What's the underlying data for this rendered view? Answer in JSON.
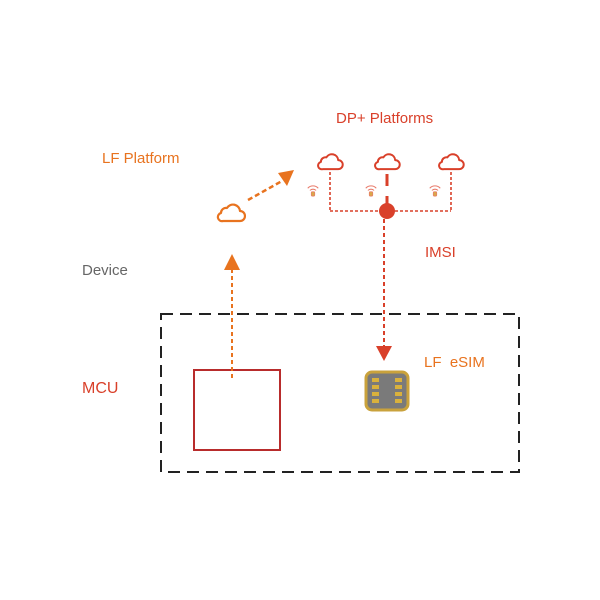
{
  "labels": {
    "dp_platforms": "DP+ Platforms",
    "lf_platform": "LF Platform",
    "device": "Device",
    "imsi": "IMSI",
    "mcu": "MCU",
    "lf_esim": "LF  eSIM"
  },
  "colors": {
    "orange": "#e8731f",
    "red": "#d9402a",
    "dark_red": "#b82c2c",
    "gray_text": "#666666",
    "chip_gold": "#c9a23c",
    "chip_body": "#7a7a7a",
    "dashed_border": "#222222"
  },
  "icons": {
    "dp_platform_clouds": [
      "cloud-icon",
      "cloud-icon",
      "cloud-icon"
    ],
    "lf_platform_cloud": "cloud-icon",
    "signals": [
      "wifi-signal-icon",
      "wifi-signal-icon",
      "wifi-signal-icon"
    ],
    "esim": "sim-chip-icon",
    "hub": "junction-dot"
  }
}
